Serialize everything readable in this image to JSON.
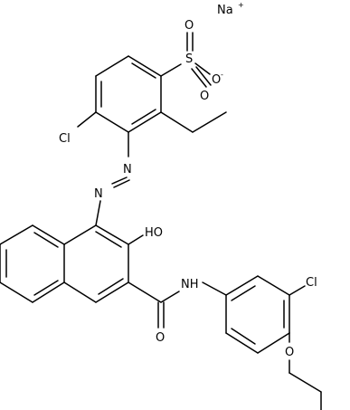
{
  "structure": {
    "counter_ion": "Na",
    "counter_ion_charge": "+",
    "atoms": {
      "sulfonate_s": "S",
      "sulfonate_o1": "O",
      "sulfonate_o2": "O",
      "sulfonate_o_minus": "O",
      "sulfonate_o_minus_charge": "-",
      "cl_top": "Cl",
      "azo_n1": "N",
      "azo_n2": "N",
      "hydroxyl": "HO",
      "amide_nh": "NH",
      "carbonyl_o": "O",
      "cl_right": "Cl",
      "ether_o": "O"
    }
  }
}
